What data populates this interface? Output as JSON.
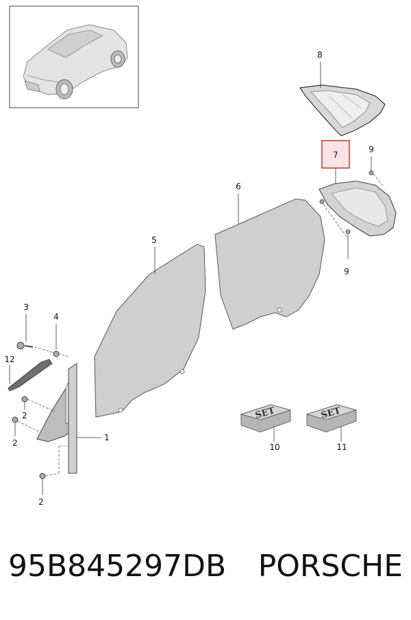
{
  "callouts": {
    "c1": "1",
    "c2a": "2",
    "c2b": "2",
    "c2c": "2",
    "c3": "3",
    "c4": "4",
    "c5": "5",
    "c6": "6",
    "c7": "7",
    "c8": "8",
    "c9a": "9",
    "c9b": "9",
    "c10": "10",
    "c11": "11",
    "c12": "12"
  },
  "set_labels": {
    "s10": "SET",
    "s11": "SET"
  },
  "footer": {
    "part_number": "95B845297DB",
    "brand": "PORSCHE"
  },
  "colors": {
    "highlight_border": "#c0392b",
    "highlight_fill": "#fde3e6",
    "glass": "#cfcfcf"
  }
}
